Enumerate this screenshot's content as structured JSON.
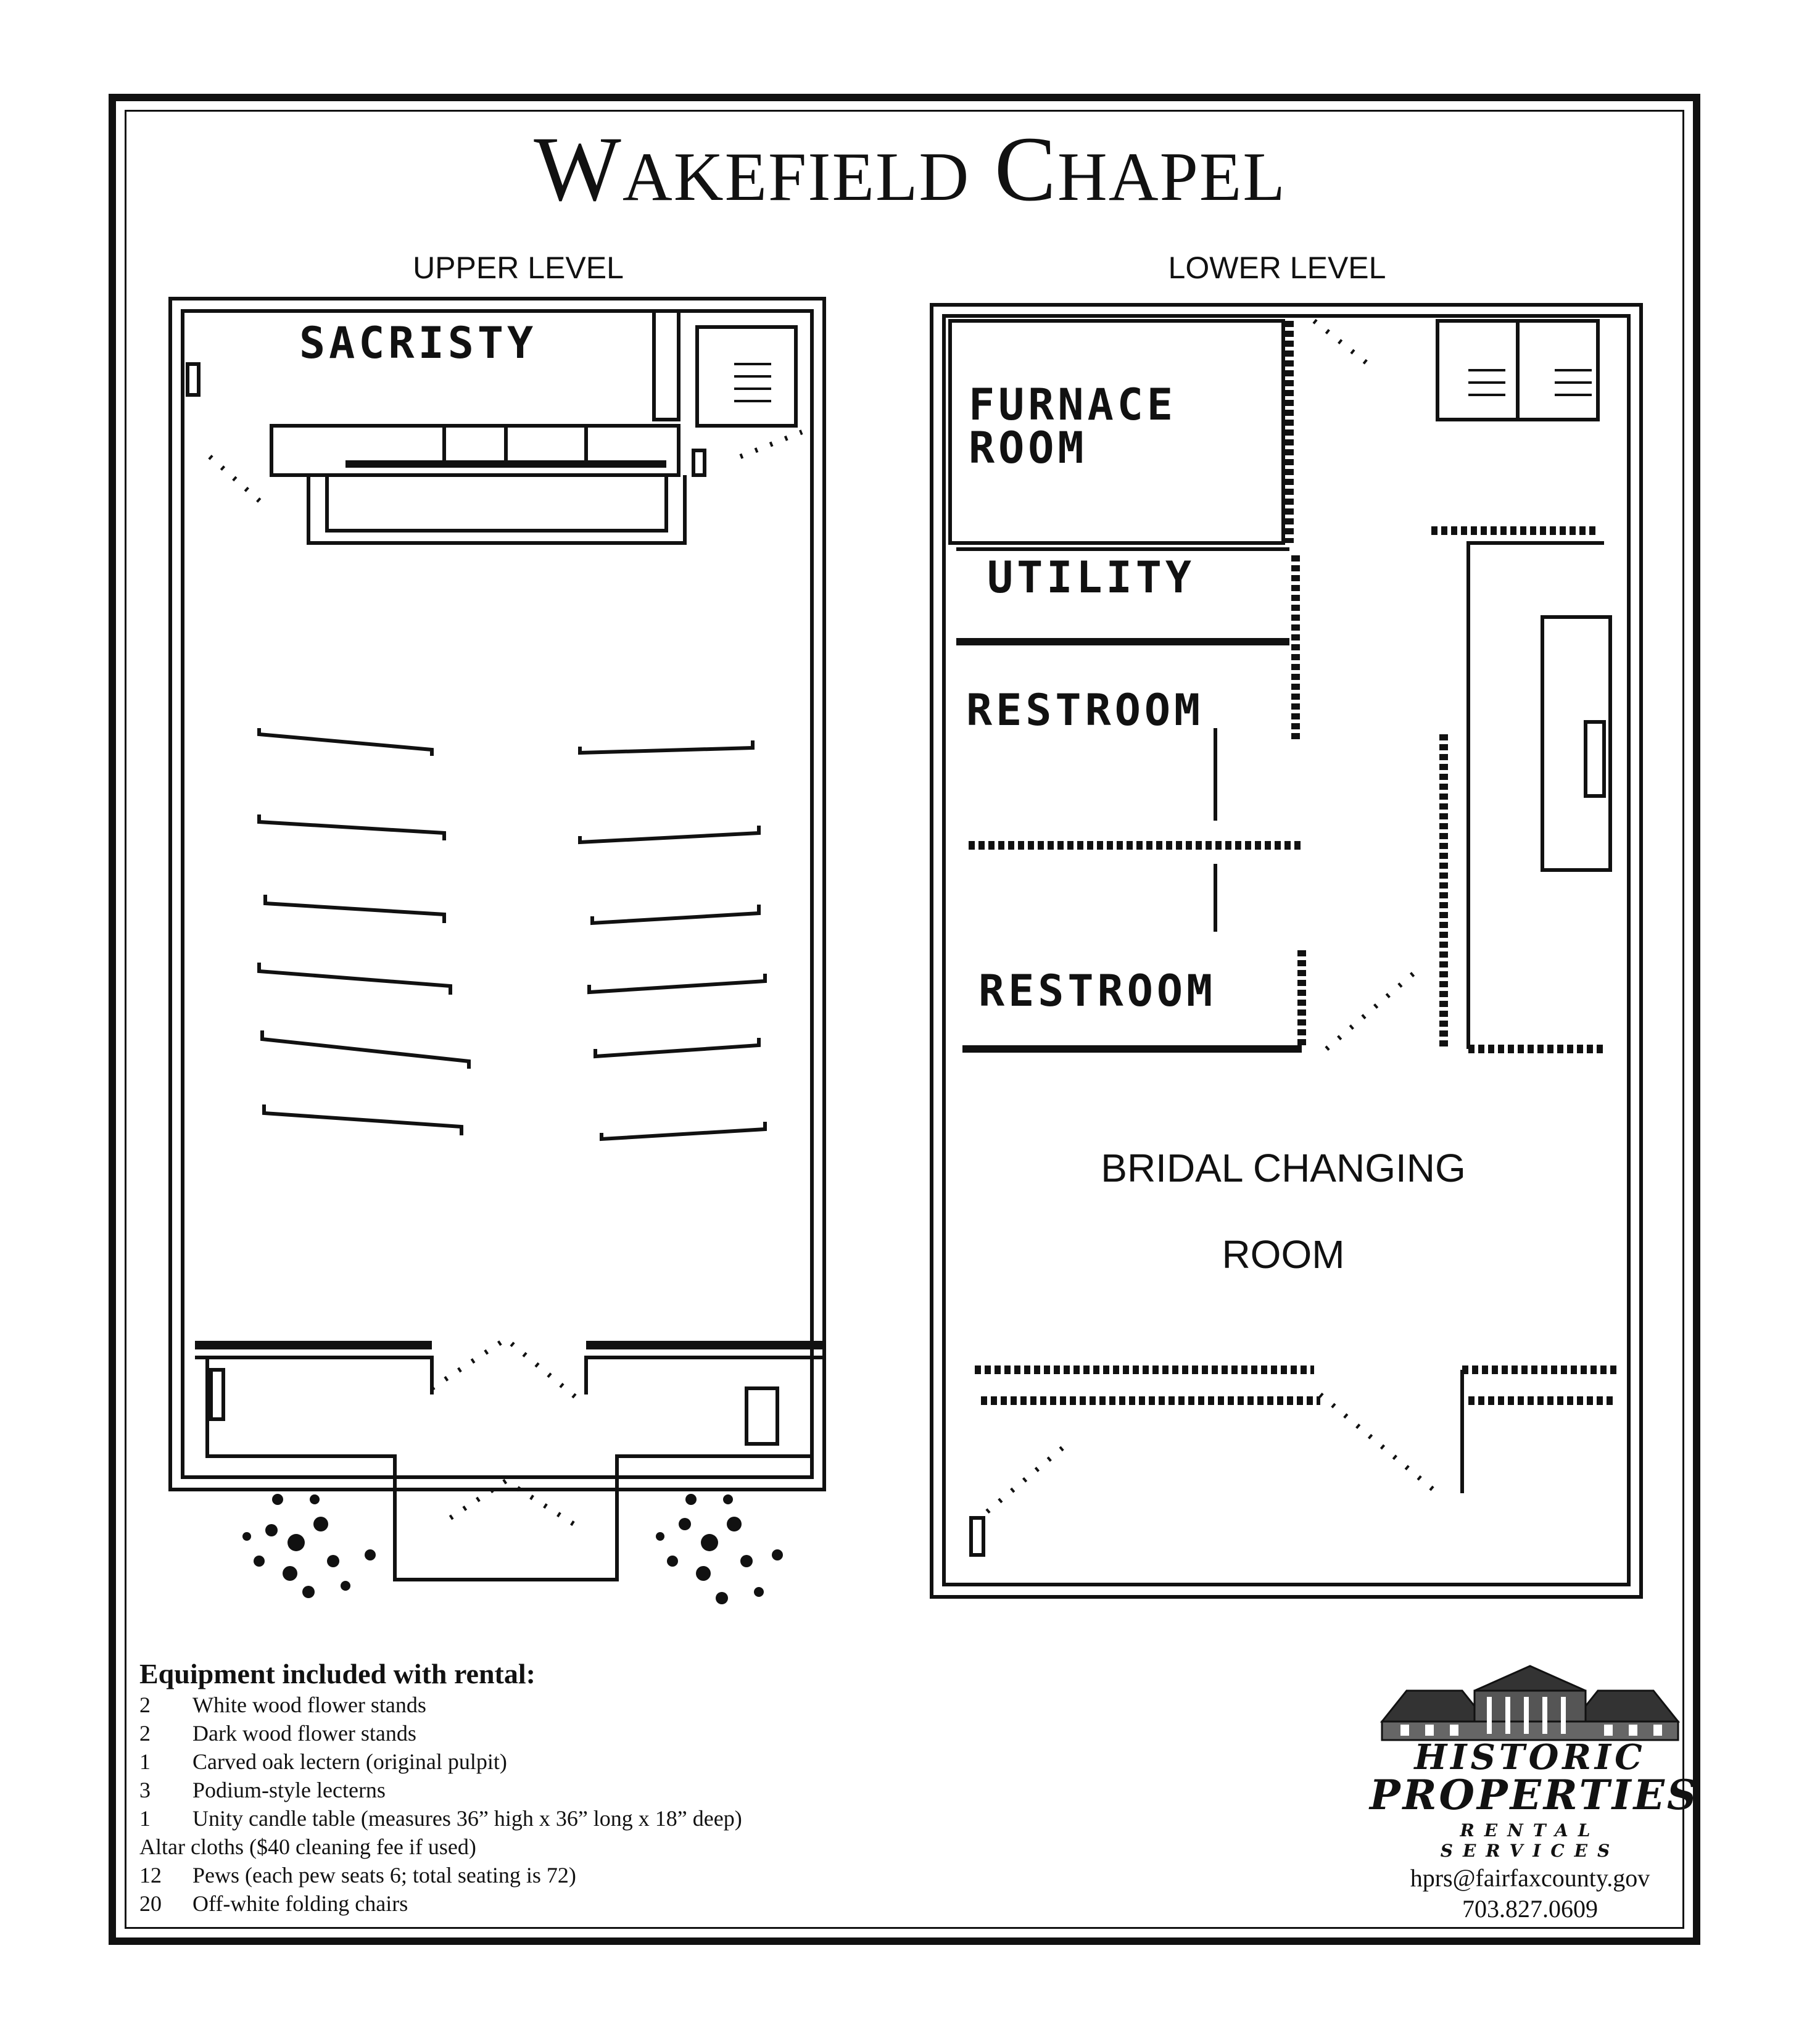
{
  "title": {
    "first_letter": "W",
    "first_rest": "AKEFIELD",
    "second_letter": "C",
    "second_rest": "HAPEL"
  },
  "levels": {
    "upper": "UPPER LEVEL",
    "lower": "LOWER LEVEL"
  },
  "rooms": {
    "sacristy": "SACRISTY",
    "furnace_line1": "FURNACE",
    "furnace_line2": "ROOM",
    "utility": "UTILITY",
    "restroom_1": "RESTROOM",
    "restroom_2": "RESTROOM",
    "bridal_line1": "BRIDAL CHANGING",
    "bridal_line2": "ROOM"
  },
  "equipment": {
    "heading": "Equipment included with rental:",
    "items": [
      {
        "qty": "2",
        "text": "White wood flower stands"
      },
      {
        "qty": "2",
        "text": "Dark wood flower stands"
      },
      {
        "qty": "1",
        "text": "Carved oak lectern (original pulpit)"
      },
      {
        "qty": "3",
        "text": "Podium-style lecterns"
      },
      {
        "qty": "1",
        "text": "Unity candle table (measures 36” high x 36” long x 18” deep)"
      },
      {
        "qty": "",
        "text": "Altar cloths ($40 cleaning fee if used)"
      },
      {
        "qty": "12",
        "text": "Pews (each pew seats 6; total seating is 72)"
      },
      {
        "qty": "20",
        "text": "Off-white  folding chairs"
      }
    ]
  },
  "logo": {
    "line1": "HISTORIC",
    "line2": "PROPERTIES",
    "line3": "RENTAL SERVICES"
  },
  "contact": {
    "email": "hprs@fairfaxcounty.gov",
    "phone": "703.827.0609"
  }
}
